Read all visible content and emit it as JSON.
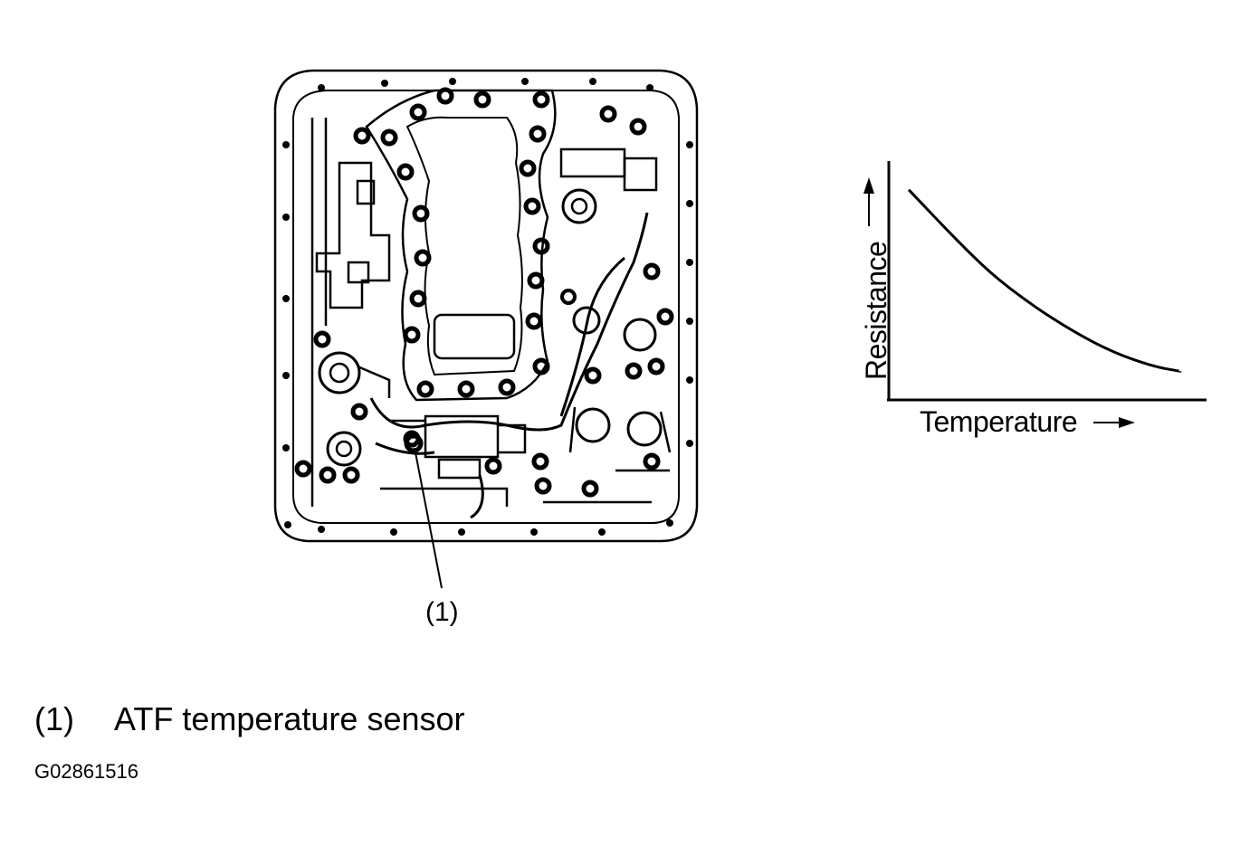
{
  "figure": {
    "callout_label": "(1)",
    "legend": [
      {
        "num": "(1)",
        "text": "ATF temperature sensor"
      }
    ],
    "image_code": "G02861516"
  },
  "chart_data": {
    "type": "line",
    "xlabel": "Temperature",
    "ylabel": "Resistance",
    "x_arrow": "right-arrow-icon",
    "y_arrow": "up-arrow-icon",
    "series": [
      {
        "x": [
          0,
          0.15,
          0.3,
          0.45,
          0.6,
          0.75,
          0.9,
          1.0
        ],
        "y": [
          0.88,
          0.7,
          0.53,
          0.4,
          0.29,
          0.2,
          0.14,
          0.12
        ]
      }
    ],
    "xlim": [
      0,
      1
    ],
    "ylim": [
      0,
      1
    ],
    "grid": false,
    "legend": "none"
  }
}
